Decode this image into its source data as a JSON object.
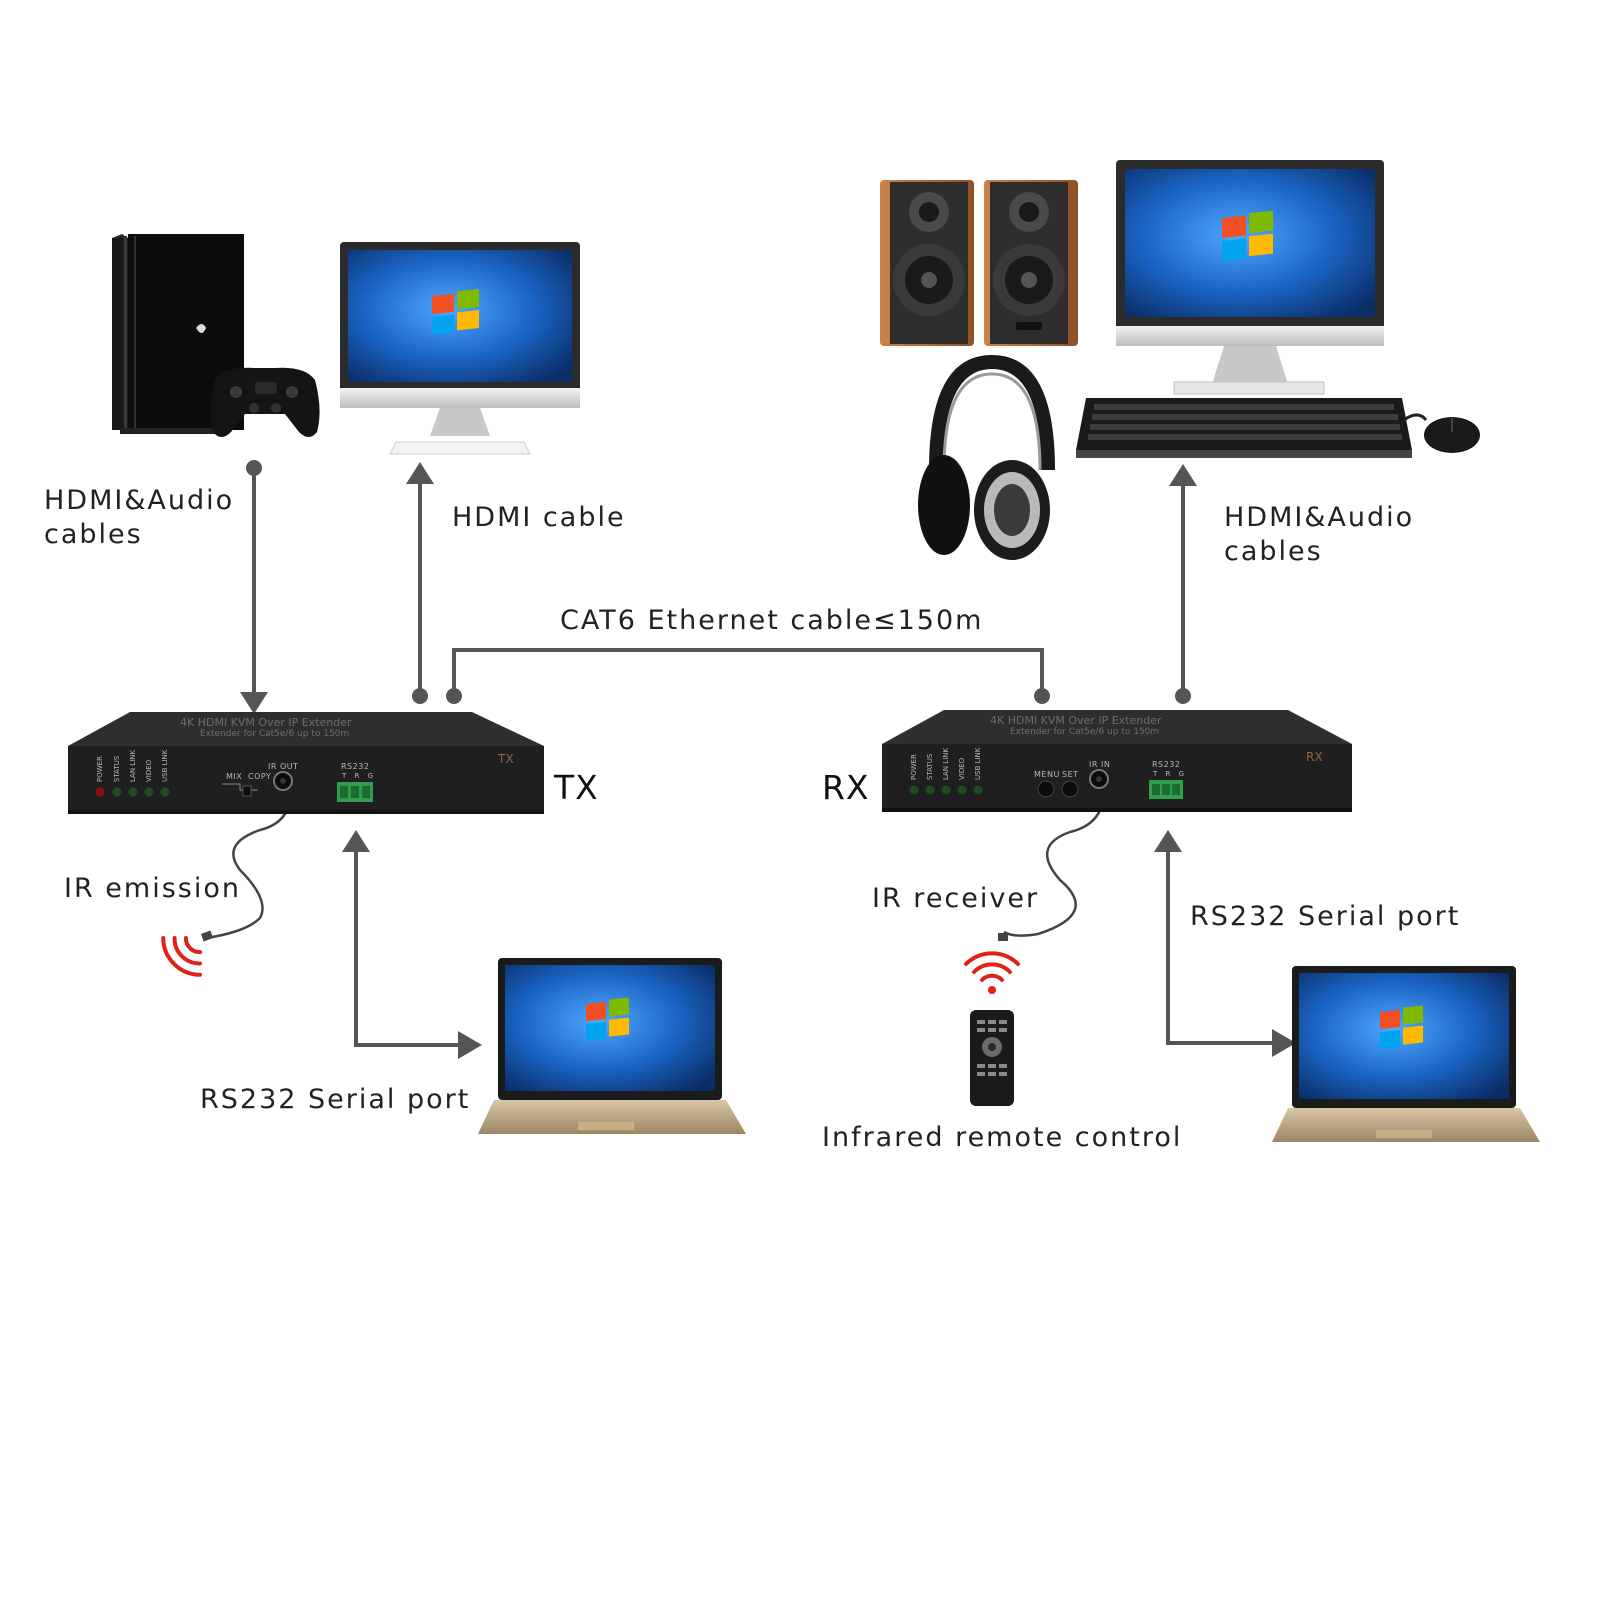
{
  "labels": {
    "tx_hdmi_audio_line1": "HDMI&Audio",
    "tx_hdmi_audio_line2": "cables",
    "tx_hdmi_cable": "HDMI cable",
    "rx_hdmi_audio_line1": "HDMI&Audio",
    "rx_hdmi_audio_line2": "cables",
    "ethernet": "CAT6 Ethernet cable≤150m",
    "tx_unit": "TX",
    "rx_unit": "RX",
    "ir_emission": "IR emission",
    "ir_receiver": "IR receiver",
    "tx_rs232": "RS232 Serial port",
    "rx_rs232": "RS232 Serial port",
    "remote": "Infrared remote control"
  },
  "devices": {
    "top_face_text": "4K HDMI KVM Over IP Extender",
    "top_face_subtext": "Extender for Cat5e/6 up to 150m",
    "tx": {
      "corner_tag": "TX",
      "leds": [
        "POWER",
        "STATUS",
        "LAN LINK",
        "VIDEO",
        "USB LINK"
      ],
      "switch_labels": [
        "MIX",
        "COPY"
      ],
      "ir_port": "IR OUT",
      "serial_header": "RS232",
      "serial_pins": "T R G"
    },
    "rx": {
      "corner_tag": "RX",
      "leds": [
        "POWER",
        "STATUS",
        "LAN LINK",
        "VIDEO",
        "USB LINK"
      ],
      "buttons": [
        "MENU",
        "SET"
      ],
      "ir_port": "IR IN",
      "serial_header": "RS232",
      "serial_pins": "T R G"
    }
  },
  "icons": [
    "game-console-icon",
    "gamepad-icon",
    "monitor-icon",
    "keyboard-icon",
    "speaker-icon",
    "headphones-icon",
    "mouse-icon",
    "laptop-icon",
    "ir-signal-icon",
    "remote-control-icon"
  ],
  "colors": {
    "arrow": "#555555",
    "device_body": "#1f1f1f",
    "ir_signal": "#e0211a",
    "terminal_block": "#2f9e4d",
    "screen_blue": "#1a63c2"
  }
}
